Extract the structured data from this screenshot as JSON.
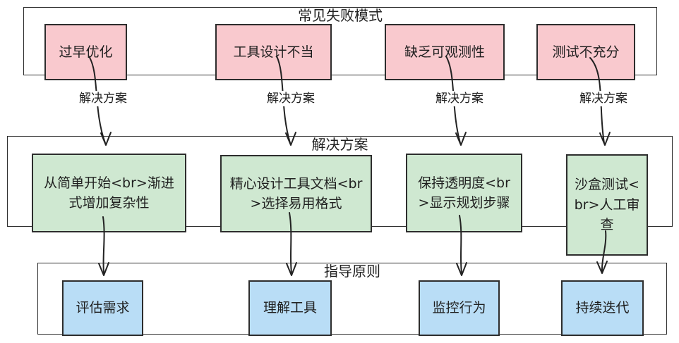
{
  "diagram": {
    "title": "agent-failure-modes-flowchart",
    "groups": {
      "failures": {
        "label": "常见失败模式",
        "nodes": [
          {
            "label": "过早优化"
          },
          {
            "label": "工具设计不当"
          },
          {
            "label": "缺乏可观测性"
          },
          {
            "label": "测试不充分"
          }
        ]
      },
      "solutions": {
        "label": "解决方案",
        "nodes": [
          {
            "label": "从简单开始<br>渐进式增加复杂性"
          },
          {
            "label": "精心设计工具文档<br>选择易用格式"
          },
          {
            "label": "保持透明度<br>显示规划步骤"
          },
          {
            "label": "沙盒测试<br>人工审查"
          }
        ]
      },
      "principles": {
        "label": "指导原则",
        "nodes": [
          {
            "label": "评估需求"
          },
          {
            "label": "理解工具"
          },
          {
            "label": "监控行为"
          },
          {
            "label": "持续迭代"
          }
        ]
      }
    },
    "edge_labels": [
      "解决方案",
      "解决方案",
      "解决方案",
      "解决方案"
    ],
    "colors": {
      "failure_fill": "#f9c9ce",
      "solution_fill": "#cfe8d1",
      "principle_fill": "#b9ddf6",
      "node_border": "#2d2d2d",
      "group_border": "#2e2e2e",
      "arrow": "#222222",
      "text": "#1f1f1f",
      "background": "#ffffff"
    }
  }
}
